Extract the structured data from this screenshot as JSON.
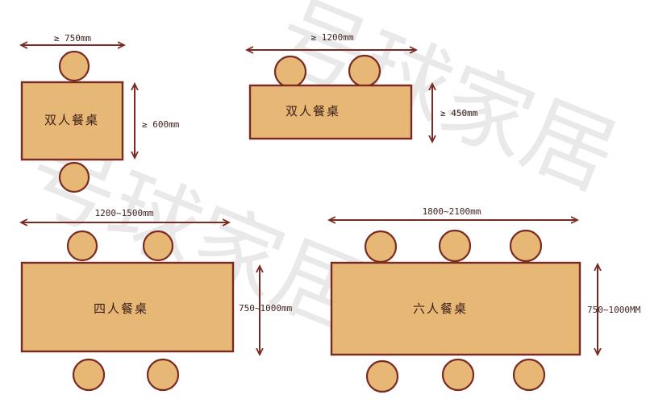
{
  "watermark": "号球家居",
  "colors": {
    "table_fill": "#E7B875",
    "outline": "#7A2A22",
    "text": "#3b1f1a"
  },
  "tables": [
    {
      "id": "two-square",
      "name": "双人餐桌",
      "width_label": "≥ 750mm",
      "depth_label": "≥ 600mm",
      "seats": 2
    },
    {
      "id": "two-long",
      "name": "双人餐桌",
      "width_label": "≥ 1200mm",
      "depth_label": "≥ 450mm",
      "seats": 2
    },
    {
      "id": "four",
      "name": "四人餐桌",
      "width_label": "1200~1500mm",
      "depth_label": "750~1000mm",
      "seats": 4
    },
    {
      "id": "six",
      "name": "六人餐桌",
      "width_label": "1800~2100mm",
      "depth_label": "750~1000MM",
      "seats": 6
    }
  ]
}
